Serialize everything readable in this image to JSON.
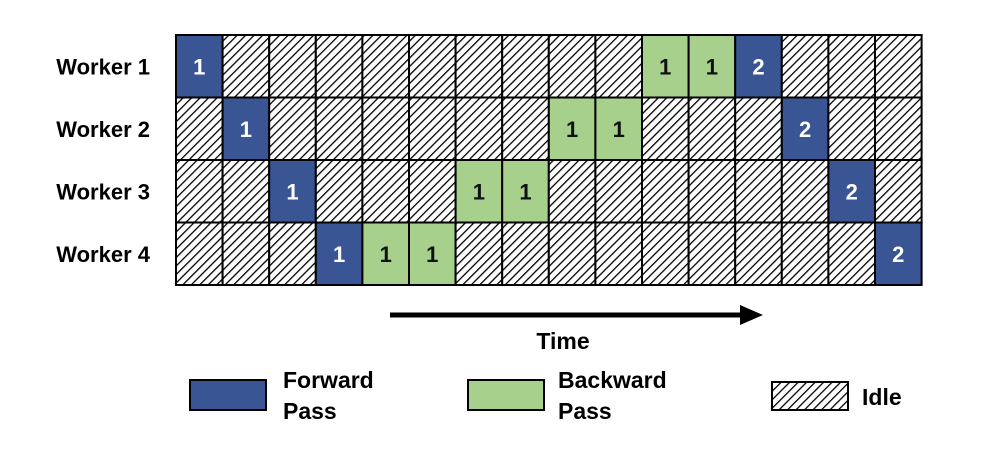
{
  "colors": {
    "forward": "#3a5594",
    "backward": "#a8d08d",
    "idle_hatch": "#000000",
    "grid": "#000000"
  },
  "workers": [
    {
      "label": "Worker 1",
      "cells": [
        "F1",
        "I",
        "I",
        "I",
        "I",
        "I",
        "I",
        "I",
        "I",
        "I",
        "B1",
        "B1",
        "F2",
        "I",
        "I",
        "I"
      ]
    },
    {
      "label": "Worker 2",
      "cells": [
        "I",
        "F1",
        "I",
        "I",
        "I",
        "I",
        "I",
        "I",
        "B1",
        "B1",
        "I",
        "I",
        "I",
        "F2",
        "I",
        "I"
      ]
    },
    {
      "label": "Worker 3",
      "cells": [
        "I",
        "I",
        "F1",
        "I",
        "I",
        "I",
        "B1",
        "B1",
        "I",
        "I",
        "I",
        "I",
        "I",
        "I",
        "F2",
        "I"
      ]
    },
    {
      "label": "Worker 4",
      "cells": [
        "I",
        "I",
        "I",
        "F1",
        "B1",
        "B1",
        "I",
        "I",
        "I",
        "I",
        "I",
        "I",
        "I",
        "I",
        "I",
        "F2"
      ]
    }
  ],
  "time_label": "Time",
  "legend": {
    "forward_line1": "Forward",
    "forward_line2": "Pass",
    "backward_line1": "Backward",
    "backward_line2": "Pass",
    "idle": "Idle"
  }
}
